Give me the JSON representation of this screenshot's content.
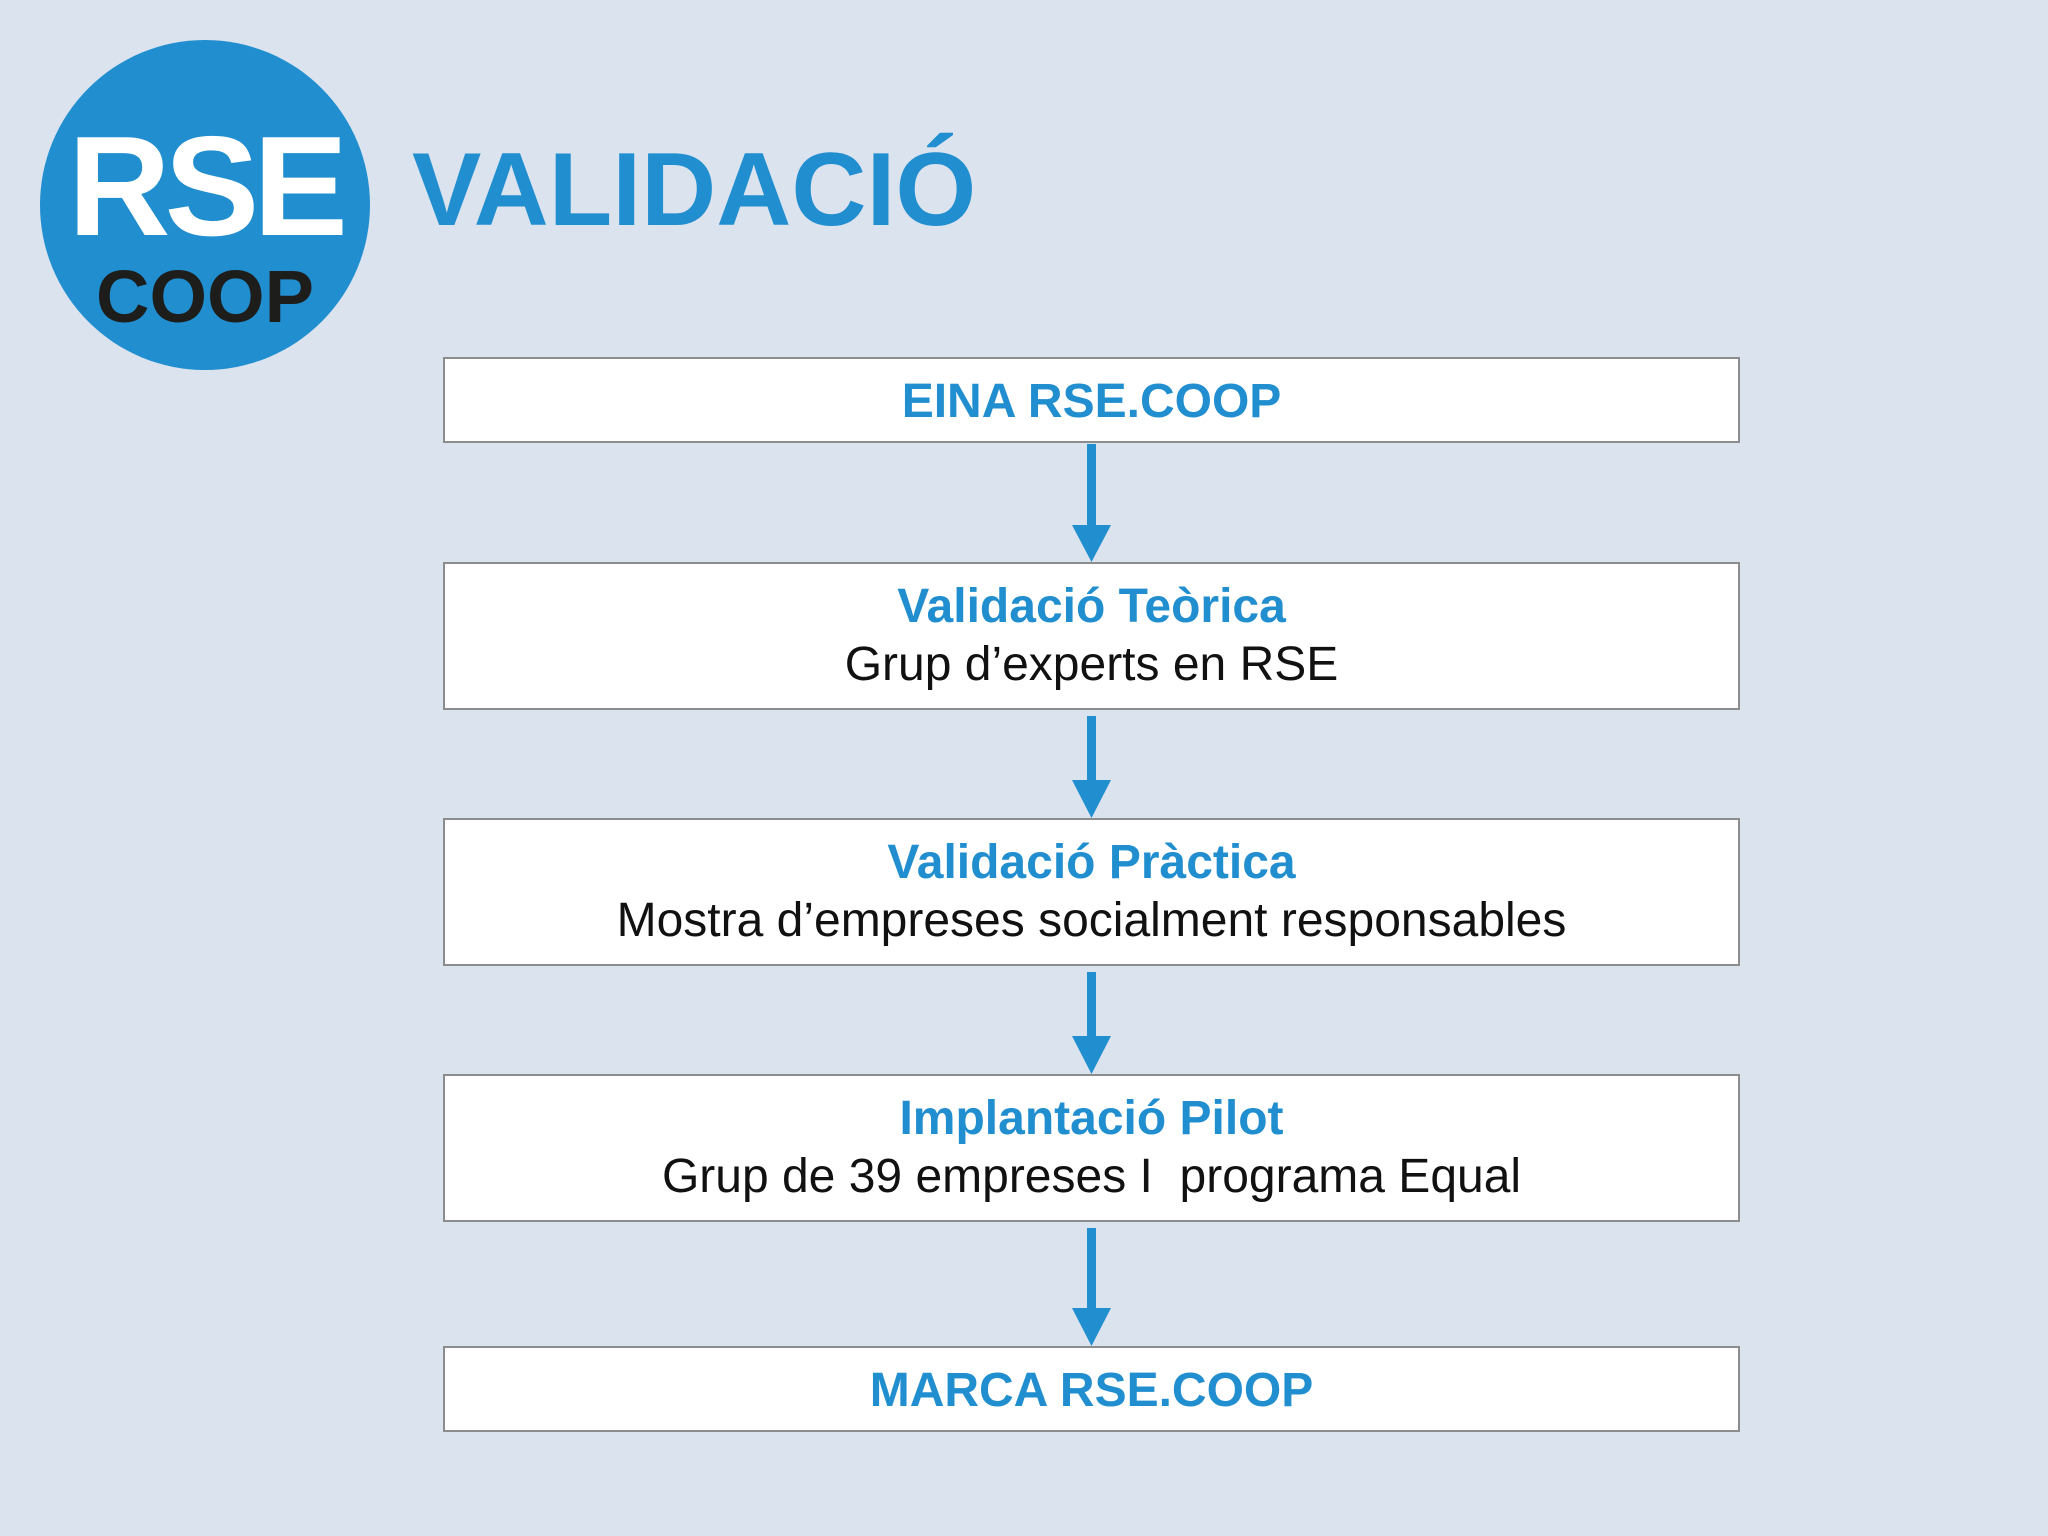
{
  "logo": {
    "main_text": "RSE",
    "sub_text": "COOP"
  },
  "title": "VALIDACIÓ",
  "flow": {
    "steps": [
      {
        "title": "EINA RSE.COOP"
      },
      {
        "title": "Validació Teòrica",
        "subtitle": "Grup d’experts en RSE"
      },
      {
        "title": "Validació Pràctica",
        "subtitle": "Mostra d’empreses socialment responsables"
      },
      {
        "title": "Implantació Pilot",
        "subtitle": "Grup de 39 empreses I  programa Equal"
      },
      {
        "title": "MARCA RSE.COOP"
      }
    ]
  },
  "colors": {
    "accent": "#218ecf",
    "background": "#dbe3ef",
    "box_fill": "#ffffff",
    "box_border": "#8c8c8c",
    "text_dark": "#111111"
  }
}
